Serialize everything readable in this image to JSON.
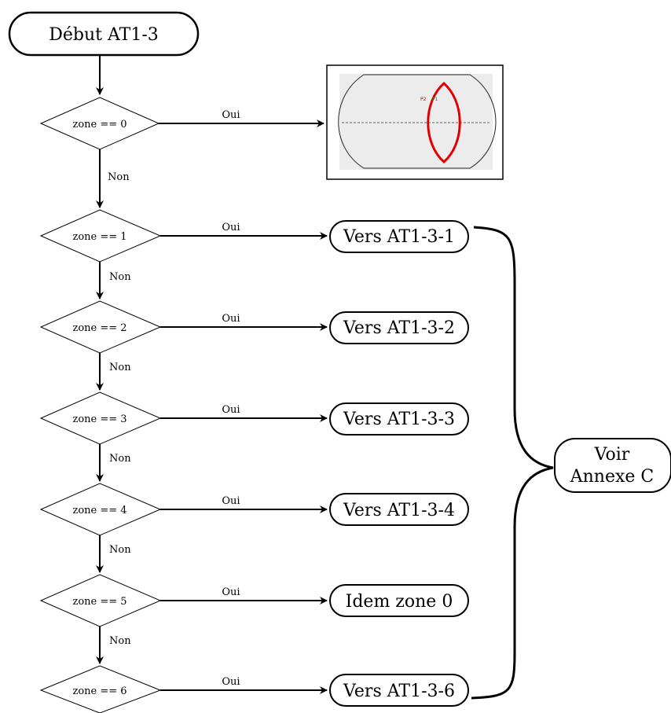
{
  "start": {
    "label": "Début AT1-3"
  },
  "decisions": [
    {
      "condition": "zone == 0",
      "yes": "Oui",
      "no": "Non"
    },
    {
      "condition": "zone == 1",
      "yes": "Oui",
      "no": "Non",
      "target": "Vers AT1-3-1"
    },
    {
      "condition": "zone == 2",
      "yes": "Oui",
      "no": "Non",
      "target": "Vers AT1-3-2"
    },
    {
      "condition": "zone == 3",
      "yes": "Oui",
      "no": "Non",
      "target": "Vers AT1-3-3"
    },
    {
      "condition": "zone == 4",
      "yes": "Oui",
      "no": "Non",
      "target": "Vers AT1-3-4"
    },
    {
      "condition": "zone == 5",
      "yes": "Oui",
      "no": "Non",
      "target": "Idem zone 0"
    },
    {
      "condition": "zone == 6",
      "yes": "Oui",
      "target": "Vers AT1-3-6"
    }
  ],
  "zone0_image": {
    "point_labels": [
      "P2",
      "P1"
    ]
  },
  "annex": {
    "line1": "Voir",
    "line2": "Annexe C"
  }
}
